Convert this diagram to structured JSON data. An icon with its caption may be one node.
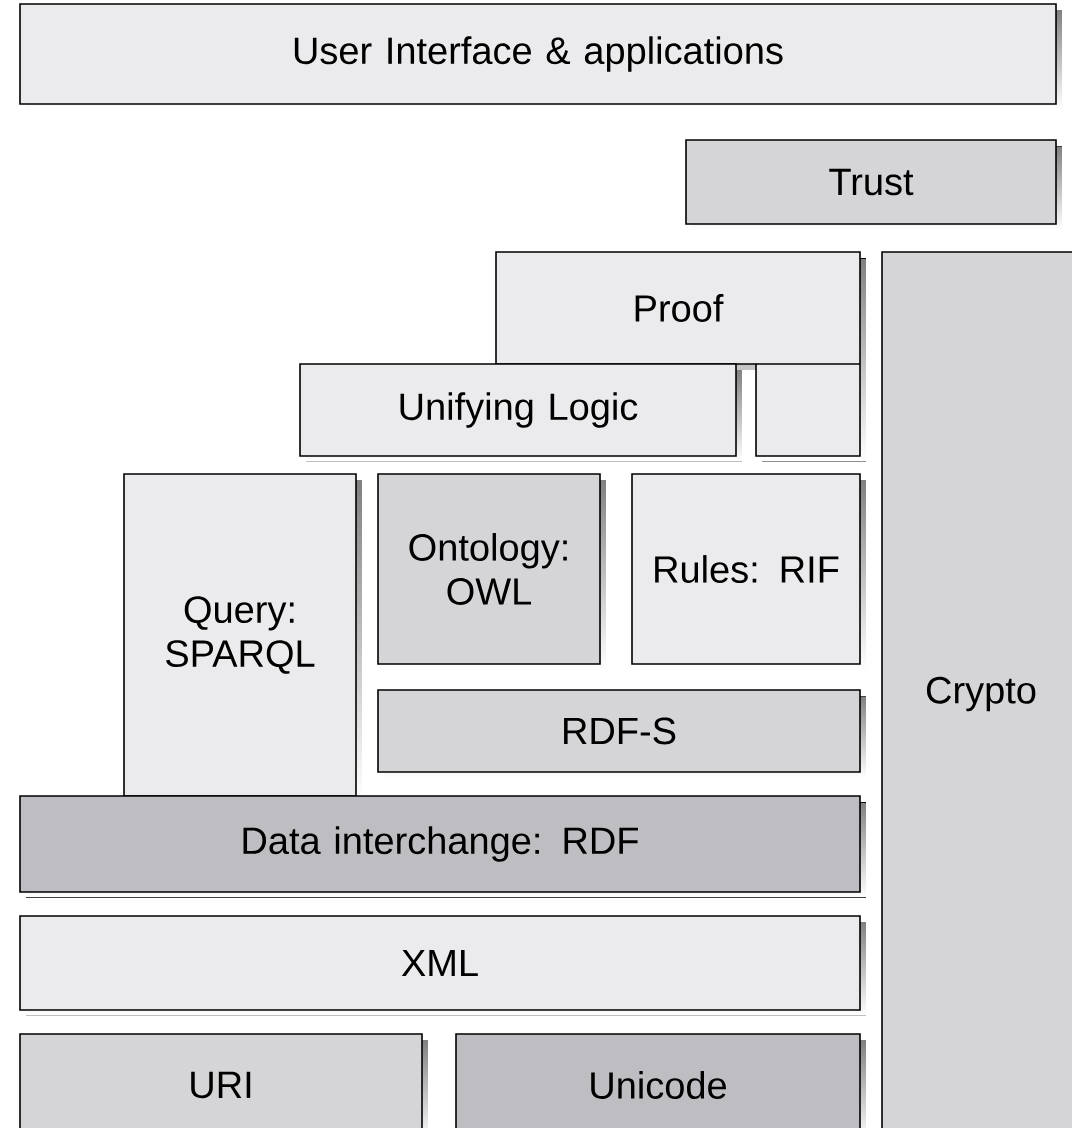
{
  "diagram": {
    "nodes": [
      {
        "text": [
          "User Interface & applications"
        ]
      },
      {
        "text": [
          "Trust"
        ]
      },
      {
        "text": [
          "Proof"
        ]
      },
      {
        "text": [
          "Crypto"
        ]
      },
      {
        "text": [
          "Unifying Logic"
        ]
      },
      {
        "text": [
          "Query: SPARQL"
        ]
      },
      {
        "text": [
          "Ontology: OWL"
        ]
      },
      {
        "text": [
          "Rules: RIF"
        ]
      },
      {
        "text": [
          "RDF-S"
        ]
      },
      {
        "text": [
          "Data interchange: RDF"
        ]
      },
      {
        "text": [
          "XML"
        ]
      },
      {
        "text": [
          "URI"
        ]
      },
      {
        "text": [
          "Unicode"
        ]
      }
    ]
  }
}
